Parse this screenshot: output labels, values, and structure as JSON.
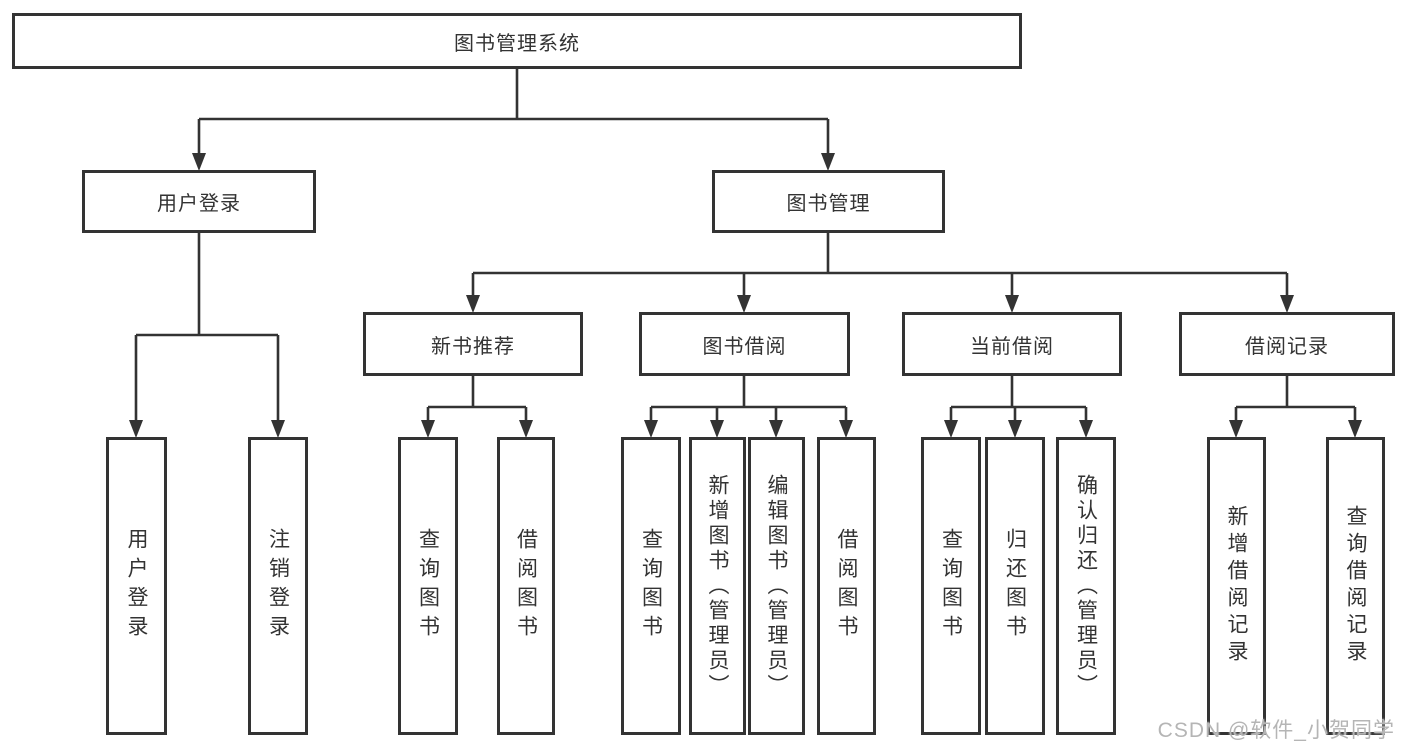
{
  "tree": {
    "label": "图书管理系统",
    "children": [
      {
        "label": "用户登录",
        "children": [
          {
            "label": "用户登录"
          },
          {
            "label": "注销登录"
          }
        ]
      },
      {
        "label": "图书管理",
        "children": [
          {
            "label": "新书推荐",
            "children": [
              {
                "label": "查询图书"
              },
              {
                "label": "借阅图书"
              }
            ]
          },
          {
            "label": "图书借阅",
            "children": [
              {
                "label": "查询图书"
              },
              {
                "label": "新增图书（管理员）"
              },
              {
                "label": "编辑图书（管理员）"
              },
              {
                "label": "借阅图书"
              }
            ]
          },
          {
            "label": "当前借阅",
            "children": [
              {
                "label": "查询图书"
              },
              {
                "label": "归还图书"
              },
              {
                "label": "确认归还（管理员）"
              }
            ]
          },
          {
            "label": "借阅记录",
            "children": [
              {
                "label": "新增借阅记录"
              },
              {
                "label": "查询借阅记录"
              }
            ]
          }
        ]
      }
    ]
  },
  "watermark": {
    "text": "CSDN @软件_小贺同学"
  },
  "colors": {
    "line": "#333333",
    "text": "#333333",
    "box_background": "#ffffff",
    "watermark": "#b5b5b5"
  }
}
